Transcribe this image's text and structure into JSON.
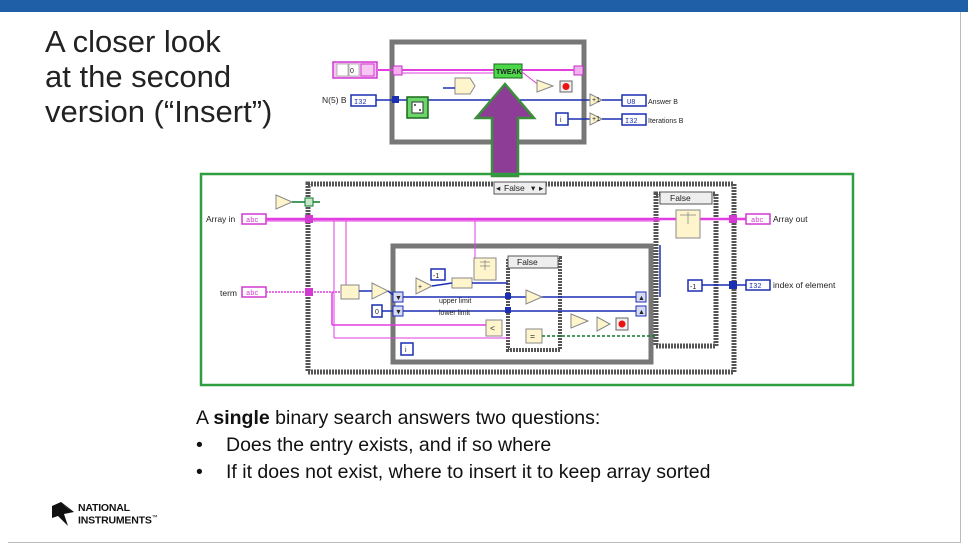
{
  "slide": {
    "title": "A closer look\nat the second\nversion (“Insert”)",
    "bullet_intro_pre": "A ",
    "bullet_intro_bold": "single",
    "bullet_intro_post": " binary search answers two questions:",
    "bullets": [
      "Does the entry exists, and if so where",
      "If it does not exist, where to insert it to keep array sorted"
    ],
    "logo_line1": "NATIONAL",
    "logo_line2": "INSTRUMENTS",
    "logo_mark": "™"
  },
  "top_diagram": {
    "input_value": "0",
    "n_label": "N(5) B",
    "n_type": "I32",
    "tweak_label": "TWEAK",
    "answer_label": "Answer B",
    "answer_type": "U8",
    "iterations_label": "Iterations B",
    "iterations_type": "I32",
    "increment": "+1",
    "loop_index": "i"
  },
  "bottom_diagram": {
    "case_outer": "False",
    "case_inner": "False",
    "case_right": "False",
    "array_in_label": "Array in",
    "array_in_type": "abc",
    "term_label": "term",
    "term_type": "abc",
    "array_out_label": "Array out",
    "array_out_type": "abc",
    "index_label": "index of element",
    "index_type": "I32",
    "upper_limit": "upper limit",
    "lower_limit": "lower limit",
    "const_neg1_a": "-1",
    "const_neg1_b": "-1",
    "const_zero": "0",
    "loop_index": "i",
    "compare_lt": "<",
    "compare_eq": "="
  },
  "colors": {
    "topbar": "#1f5fa8",
    "frame_green": "#2e9e3e",
    "arrow_purple": "#8e3d96",
    "wire_pink": "#e23ee2",
    "wire_blue": "#1b2fb3",
    "wire_green": "#0b7a2a",
    "tweak_green": "#4cd64a"
  }
}
